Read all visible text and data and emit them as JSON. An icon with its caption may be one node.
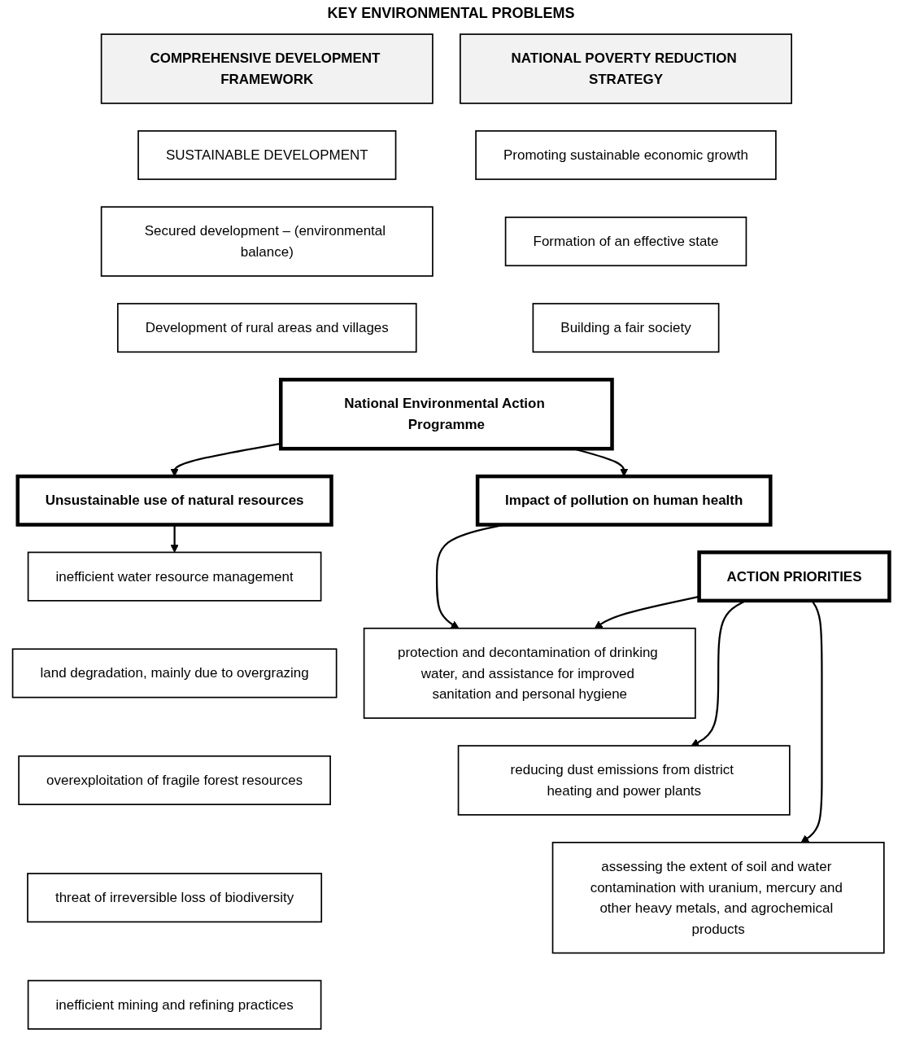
{
  "diagram": {
    "nodes": [
      {
        "text": [
          "COMPREHENSIVE DEVELOPMENT FRAMEWORK"
        ]
      },
      {
        "text": [
          "SUSTAINABLE DEVELOPMENT"
        ]
      },
      {
        "text": [
          "Secured development – (environmental balance)"
        ]
      },
      {
        "text": [
          "Development of rural areas and villages"
        ]
      },
      {
        "text": [
          "NATIONAL POVERTY REDUCTION STRATEGY"
        ]
      },
      {
        "text": [
          "Promoting sustainable economic growth"
        ]
      },
      {
        "text": [
          "Formation of an effective state"
        ]
      },
      {
        "text": [
          "Building a fair society"
        ]
      },
      {
        "text": [
          "National Environmental Action Programme"
        ]
      },
      {
        "text": [
          "Unsustainable use of natural resources"
        ]
      },
      {
        "text": [
          "inefficient water resource management"
        ]
      },
      {
        "text": [
          "land degradation, mainly due to overgrazing"
        ]
      },
      {
        "text": [
          "overexploitation of fragile forest resources"
        ]
      },
      {
        "text": [
          "threat of irreversible loss of biodiversity"
        ]
      },
      {
        "text": [
          "inefficient mining and refining practices"
        ]
      },
      {
        "text": [
          "Impact of pollution on human health"
        ]
      },
      {
        "text": [
          "ACTION PRIORITIES"
        ]
      },
      {
        "text": [
          "protection and decontamination of drinking water, and assistance for improved sanitation and personal hygiene"
        ]
      },
      {
        "text": [
          "reducing dust emissions from district heating and power plants"
        ]
      },
      {
        "text": [
          "assessing the extent of soil and water contamination with uranium, mercury and other heavy metals, and agrochemical products"
        ]
      }
    ],
    "edges": [
      {
        "from": 8,
        "to": 9,
        "arrow": "to"
      },
      {
        "from": 8,
        "to": 15,
        "arrow": "to"
      },
      {
        "from": 9,
        "to": 10,
        "arrow": "to"
      },
      {
        "from": 15,
        "to": 17,
        "arrow": "to"
      },
      {
        "from": 16,
        "to": 17,
        "arrow": "to"
      },
      {
        "from": 16,
        "to": 18,
        "arrow": "to"
      },
      {
        "from": 16,
        "to": 19,
        "arrow": "to"
      }
    ],
    "labels": [
      "KEY ENVIRONMENTAL PROBLEMS"
    ]
  }
}
